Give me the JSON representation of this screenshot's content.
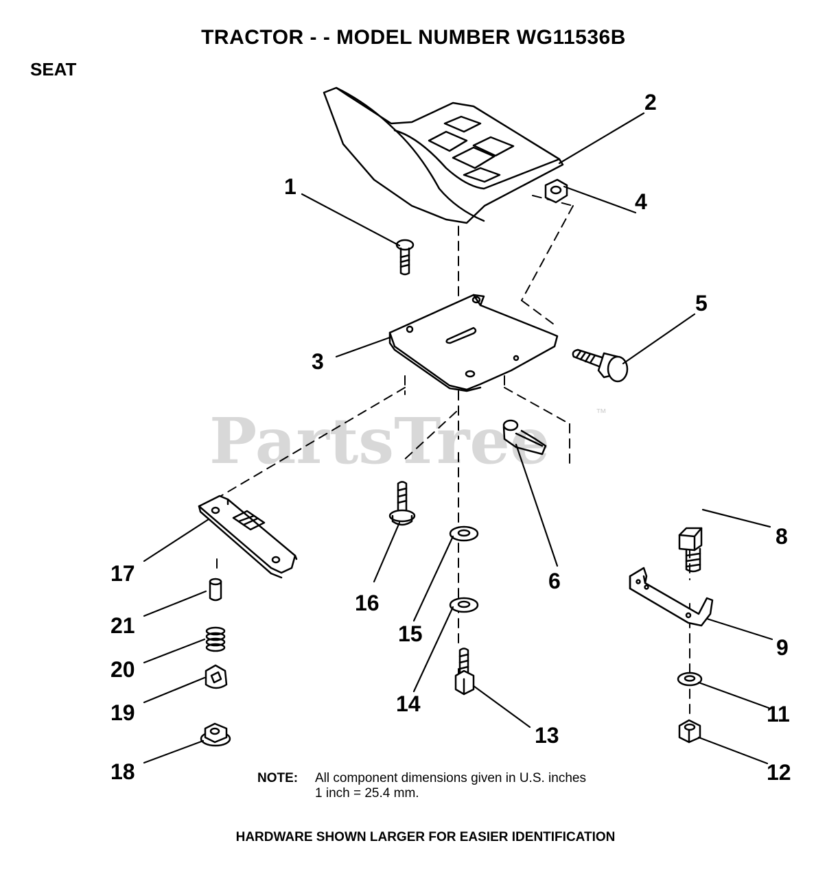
{
  "header": {
    "title": "TRACTOR - - MODEL NUMBER WG11536B",
    "section": "SEAT"
  },
  "watermark": {
    "text": "PartsTree",
    "tm": "™"
  },
  "callouts": [
    "1",
    "2",
    "3",
    "4",
    "5",
    "6",
    "8",
    "9",
    "11",
    "12",
    "13",
    "14",
    "15",
    "16",
    "17",
    "18",
    "19",
    "20",
    "21"
  ],
  "note": {
    "label": "NOTE:",
    "line1": "All component dimensions given in U.S. inches",
    "line2": "1 inch = 25.4 mm."
  },
  "footer": "HARDWARE SHOWN LARGER FOR EASIER IDENTIFICATION"
}
